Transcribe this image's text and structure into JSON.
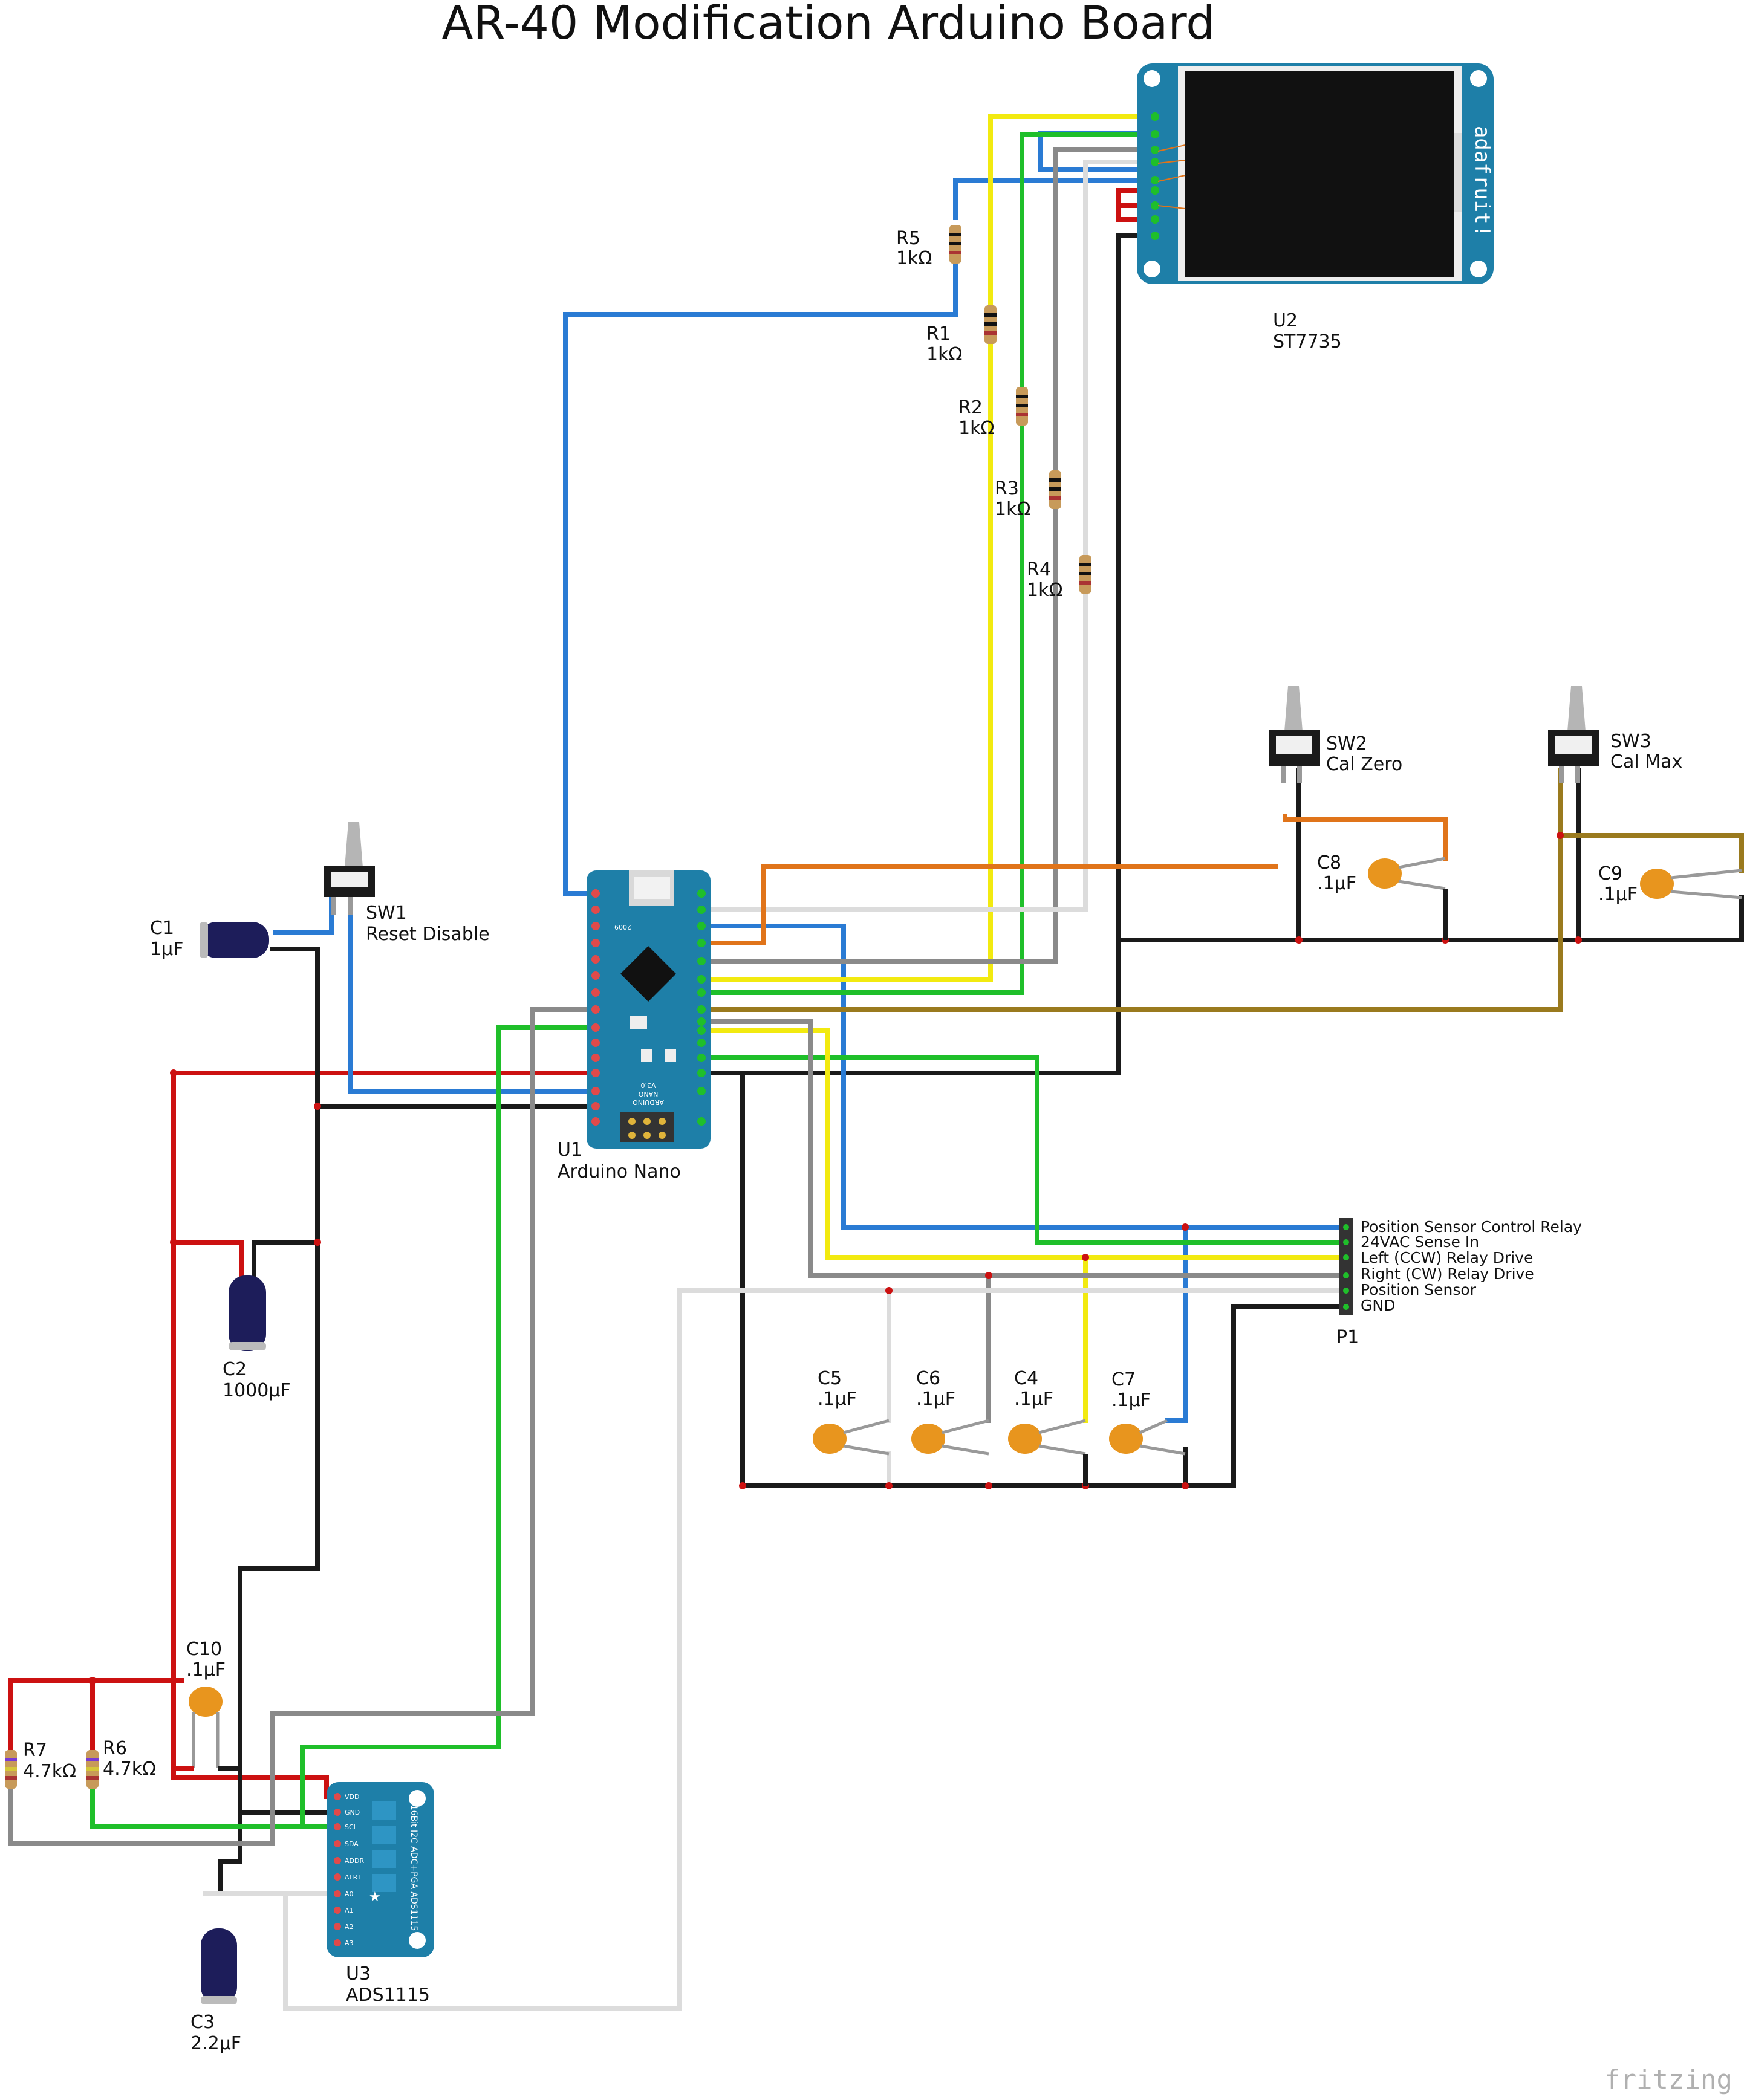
{
  "title": "AR-40 Modification Arduino Board",
  "watermark": "fritzing",
  "colors": {
    "red": "#cc1111",
    "black": "#1a1a1a",
    "blue": "#2a7bd4",
    "green": "#1fbf2a",
    "yellow": "#f2ea10",
    "gray": "#8a8a8a",
    "white": "#dddddd",
    "orange": "#e0741a",
    "olive": "#9a7a1e",
    "board": "#1e7fa8",
    "cap_orange": "#e8951e",
    "electrolytic": "#1d1d5a"
  },
  "components": {
    "u1": {
      "ref": "U1",
      "name": "Arduino Nano",
      "board_text": [
        "ARDUINO",
        "NANO",
        "V3.0",
        "2009"
      ]
    },
    "u2": {
      "ref": "U2",
      "name": "ST7735",
      "brand": "adafruit!"
    },
    "u3": {
      "ref": "U3",
      "name": "ADS1115",
      "board_text": "16Bit I2C ADC+PGA ADS1115",
      "pins": [
        "VDD",
        "GND",
        "SCL",
        "SDA",
        "ADDR",
        "ALRT",
        "A0",
        "A1",
        "A2",
        "A3"
      ]
    },
    "r1": {
      "ref": "R1",
      "value": "1kΩ"
    },
    "r2": {
      "ref": "R2",
      "value": "1kΩ"
    },
    "r3": {
      "ref": "R3",
      "value": "1kΩ"
    },
    "r4": {
      "ref": "R4",
      "value": "1kΩ"
    },
    "r5": {
      "ref": "R5",
      "value": "1kΩ"
    },
    "r6": {
      "ref": "R6",
      "value": "4.7kΩ"
    },
    "r7": {
      "ref": "R7",
      "value": "4.7kΩ"
    },
    "c1": {
      "ref": "C1",
      "value": "1µF"
    },
    "c2": {
      "ref": "C2",
      "value": "1000µF"
    },
    "c3": {
      "ref": "C3",
      "value": "2.2µF"
    },
    "c4": {
      "ref": "C4",
      "value": ".1µF"
    },
    "c5": {
      "ref": "C5",
      "value": ".1µF"
    },
    "c6": {
      "ref": "C6",
      "value": ".1µF"
    },
    "c7": {
      "ref": "C7",
      "value": ".1µF"
    },
    "c8": {
      "ref": "C8",
      "value": ".1µF"
    },
    "c9": {
      "ref": "C9",
      "value": ".1µF"
    },
    "c10": {
      "ref": "C10",
      "value": ".1µF"
    },
    "sw1": {
      "ref": "SW1",
      "name": "Reset Disable"
    },
    "sw2": {
      "ref": "SW2",
      "name": "Cal Zero"
    },
    "sw3": {
      "ref": "SW3",
      "name": "Cal Max"
    },
    "p1": {
      "ref": "P1",
      "pins": [
        "Position Sensor Control Relay",
        "24VAC Sense In",
        "Left (CCW) Relay Drive",
        "Right (CW) Relay Drive",
        "Position Sensor",
        "GND"
      ]
    }
  }
}
